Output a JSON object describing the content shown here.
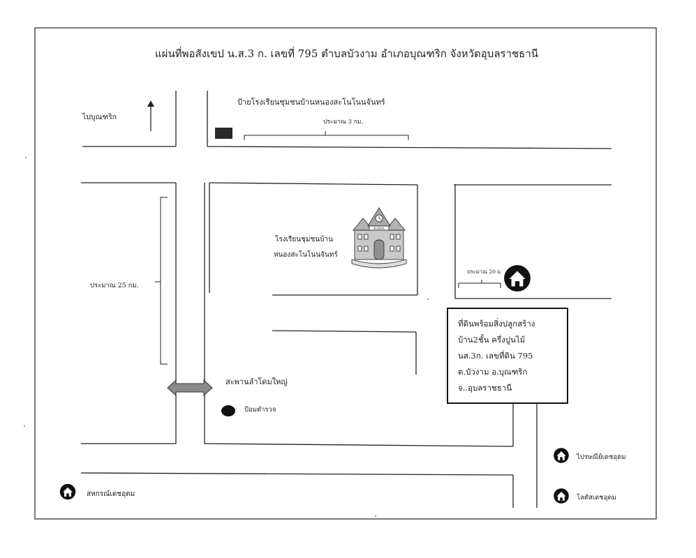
{
  "title": "แผ่นที่พอสังเขป น.ส.3 ก. เลขที่  795 ตำบลบัวงาม  อำเภอบุณฑริก จังหวัดอุบลราชธานี",
  "directions": {
    "to_bunyarik": "ไปบุณฑริก"
  },
  "landmarks": {
    "school_sign": "ป้ายโรงเรียนชุมชนบ้านหนองสะโนโนนจันทร์",
    "school_line1": "โรงเรียนชุมชนบ้าน",
    "school_line2": "หนองสะโนโนนจันทร์",
    "school_badge": "SCHOOL",
    "bridge": "สะพานลำโดมใหญ่",
    "police": "ป้อมตำรวจ",
    "post_office": "ไปรษณีย์เดชอุดม",
    "hospital": "โลตัสเดชอุดม",
    "coop": "สหกรณ์เดชอุดม"
  },
  "distances": {
    "school_sign_span": "ประมาณ 3 กม.",
    "north_south_span": "ประมาณ 25 กม.",
    "house_offset": "ประมาณ 20 ม"
  },
  "property": {
    "line1": "ที่ดินพร้อมสิ่งปลูกสร้าง",
    "line2": "บ้าน2ชั้น  ครึ่งปูนไม้",
    "line3": "นส.3ก. เลขที่ดิน 795",
    "line4": "ต.บัวงาม    อ.บุณฑริก",
    "line5": "จ..อุบลราชธานี"
  },
  "colors": {
    "line": "#222222",
    "bridge_fill": "#8a8a8a",
    "school_fill": "#c9c9c9"
  },
  "icons": {
    "north_arrow": "arrow-up-icon",
    "house": "house-icon",
    "school": "school-building-icon",
    "bridge": "double-arrow-icon",
    "police": "filled-circle-icon",
    "sign": "filled-rectangle-icon"
  }
}
